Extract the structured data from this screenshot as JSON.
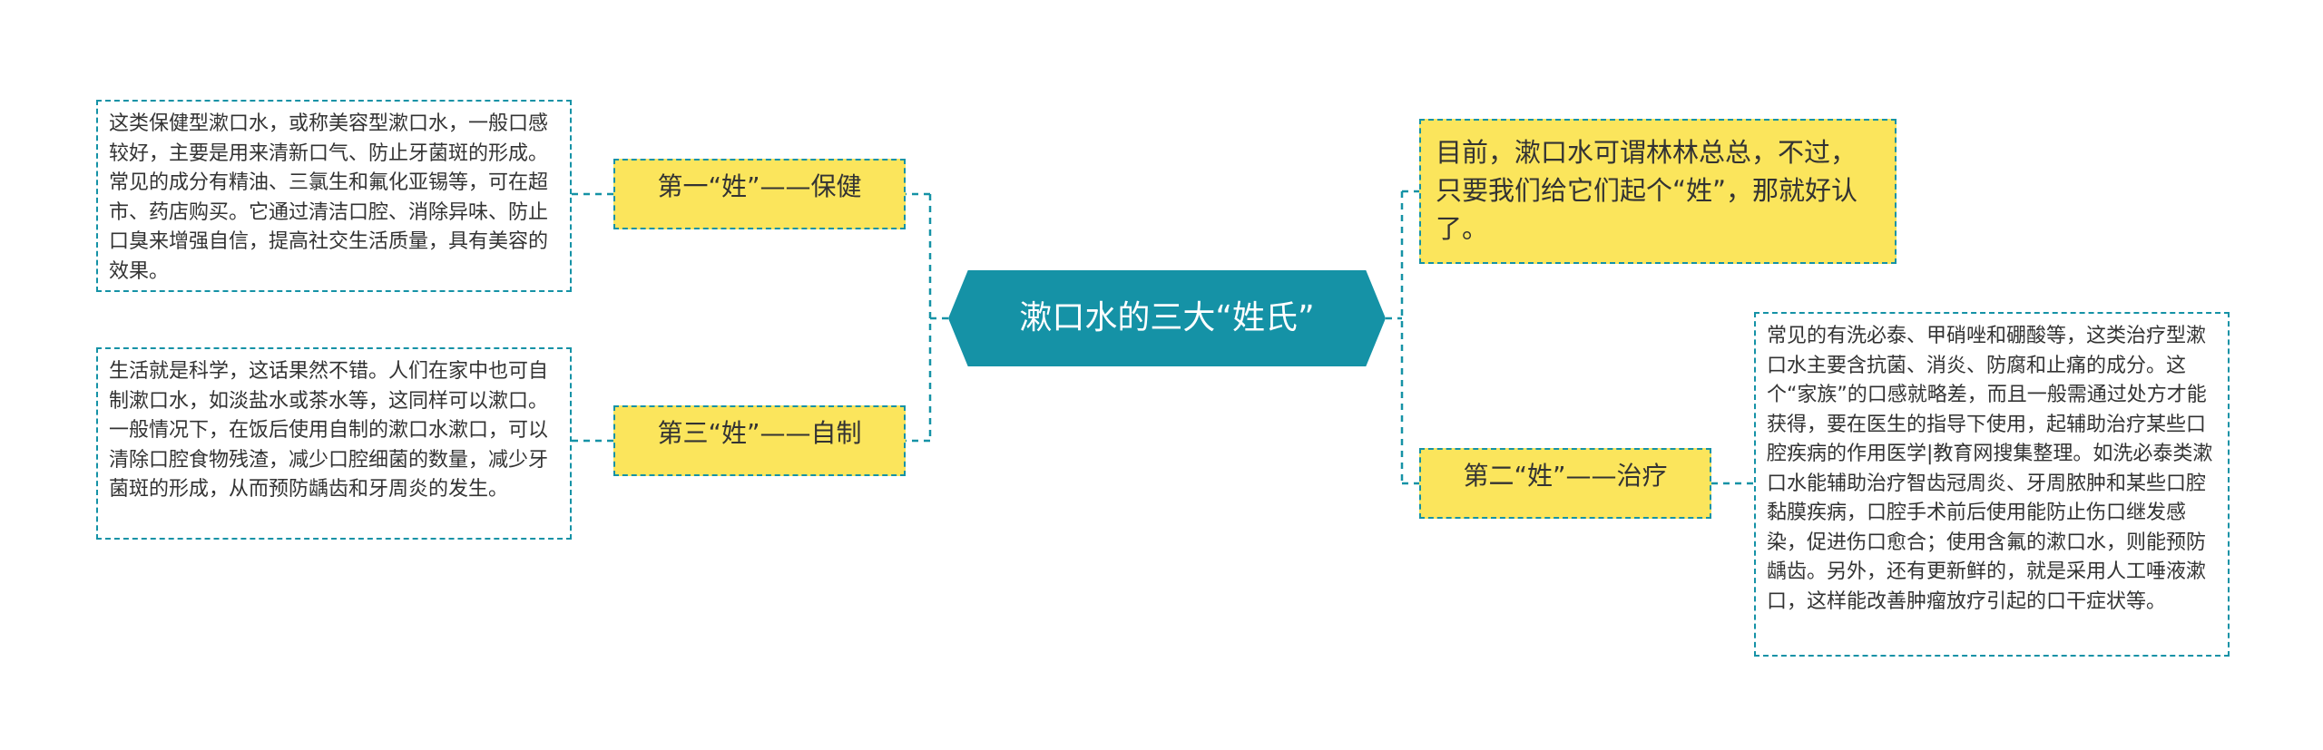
{
  "center": {
    "label": "漱口水的三大“姓氏”"
  },
  "branches": {
    "first": {
      "label": "第一“姓”——保健",
      "detail": "这类保健型漱口水，或称美容型漱口水，一般口感较好，主要是用来清新口气、防止牙菌斑的形成。常见的成分有精油、三氯生和氟化亚锡等，可在超市、药店购买。它通过清洁口腔、消除异味、防止口臭来增强自信，提高社交生活质量，具有美容的效果。"
    },
    "third": {
      "label": "第三“姓”——自制",
      "detail": "生活就是科学，这话果然不错。人们在家中也可自制漱口水，如淡盐水或茶水等，这同样可以漱口。一般情况下，在饭后使用自制的漱口水漱口，可以清除口腔食物残渣，减少口腔细菌的数量，减少牙菌斑的形成，从而预防龋齿和牙周炎的发生。"
    },
    "intro": {
      "label": "目前，漱口水可谓林林总总，不过，只要我们给它们起个“姓”，那就好认了。"
    },
    "second": {
      "label": "第二“姓”——治疗",
      "detail": "常见的有洗必泰、甲硝唑和硼酸等，这类治疗型漱口水主要含抗菌、消炎、防腐和止痛的成分。这个“家族”的口感就略差，而且一般需通过处方才能获得，要在医生的指导下使用，起辅助治疗某些口腔疾病的作用医学|教育网搜集整理。如洗必泰类漱口水能辅助治疗智齿冠周炎、牙周脓肿和某些口腔黏膜疾病，口腔手术前后使用能防止伤口继发感染，促进伤口愈合；使用含氟的漱口水，则能预防龋齿。另外，还有更新鲜的，就是采用人工唾液漱口，这样能改善肿瘤放疗引起的口干症状等。"
    }
  },
  "colors": {
    "center_fill": "#1592a6",
    "branch_fill": "#fbe55c",
    "connector": "#1592a6"
  }
}
